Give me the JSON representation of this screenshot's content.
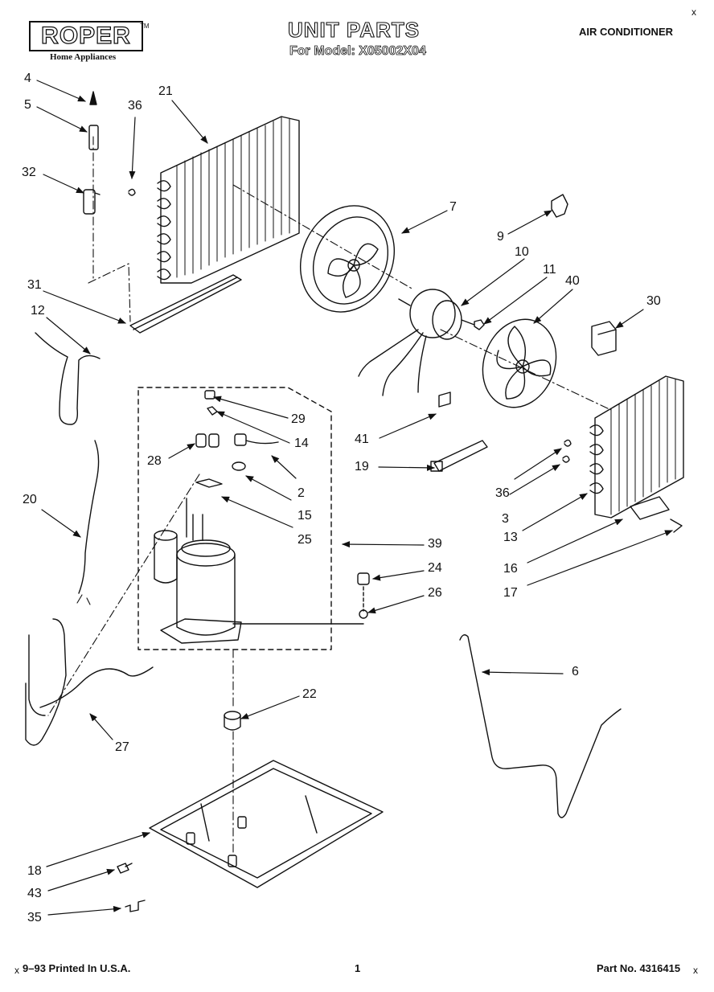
{
  "header": {
    "brand": "ROPER",
    "trademark": "TM",
    "brand_tagline": "Home Appliances",
    "title": "UNIT PARTS",
    "model_line": "For Model: X05002X04",
    "category": "AIR CONDITIONER",
    "corner_mark": "x"
  },
  "callouts": [
    "4",
    "5",
    "36",
    "21",
    "32",
    "7",
    "9",
    "10",
    "11",
    "40",
    "30",
    "31",
    "12",
    "29",
    "14",
    "28",
    "2",
    "15",
    "25",
    "39",
    "41",
    "19",
    "36",
    "3",
    "13",
    "16",
    "17",
    "20",
    "24",
    "26",
    "6",
    "22",
    "27",
    "18",
    "43",
    "35"
  ],
  "footer": {
    "print_info": "9–93 Printed In U.S.A.",
    "page": "1",
    "part_no": "Part No. 4316415",
    "left_mark": "x",
    "right_mark": "x"
  }
}
